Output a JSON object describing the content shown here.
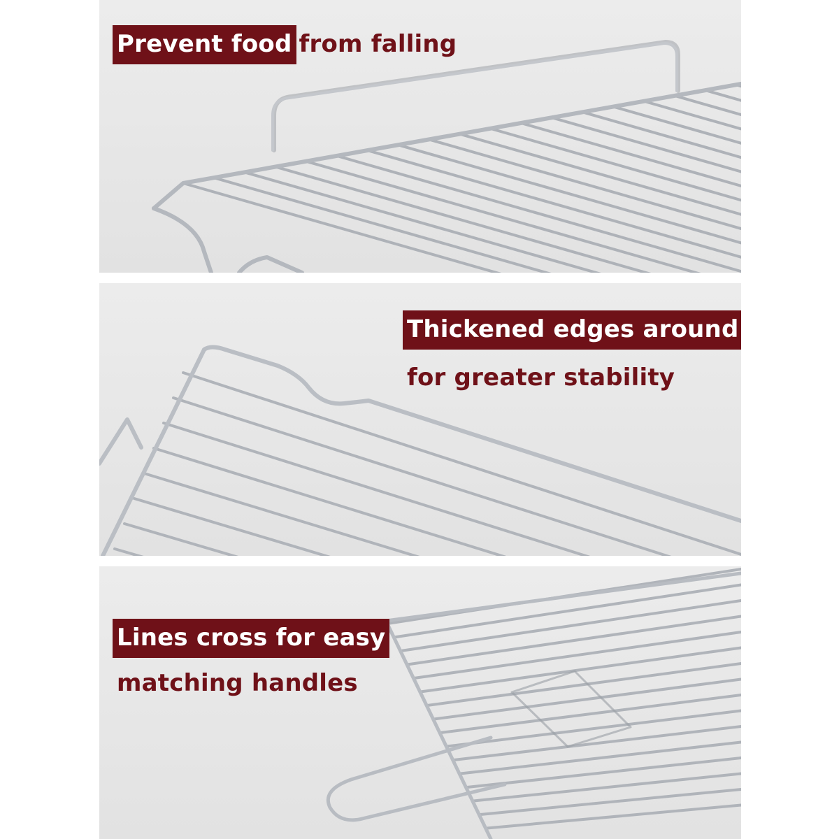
{
  "colors": {
    "accent": "#6f1118",
    "background": "#e6e6e6",
    "wire": "#b9bcc2"
  },
  "panels": [
    {
      "highlight": "Prevent food",
      "rest": "from falling"
    },
    {
      "highlight": "Thickened edges around",
      "rest": "for greater stability"
    },
    {
      "highlight": "Lines cross for easy",
      "rest": "matching handles"
    }
  ]
}
